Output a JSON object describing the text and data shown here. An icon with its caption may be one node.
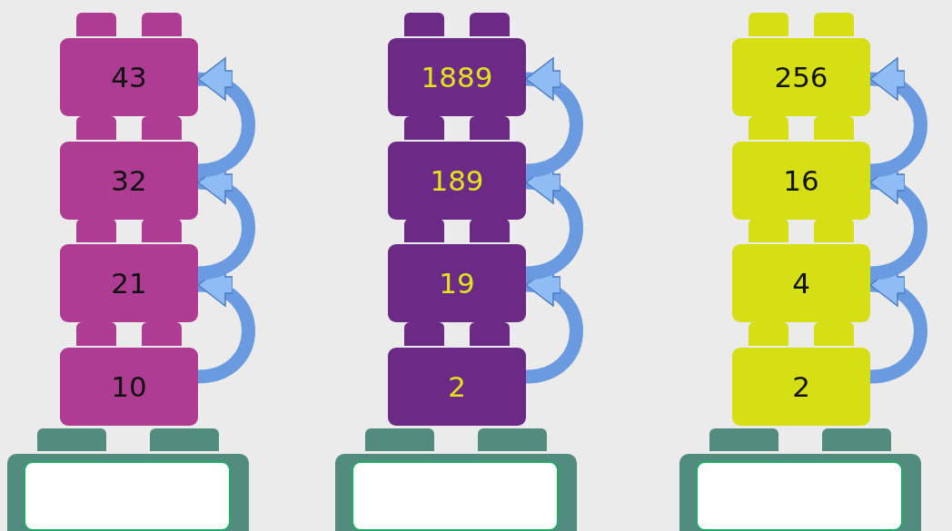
{
  "diagram": {
    "nodes": [
      {
        "text": [
          "43"
        ]
      },
      {
        "text": [
          "32"
        ]
      },
      {
        "text": [
          "21"
        ]
      },
      {
        "text": [
          "10"
        ]
      },
      {
        "text": [
          "1889"
        ]
      },
      {
        "text": [
          "189"
        ]
      },
      {
        "text": [
          "19"
        ]
      },
      {
        "text": [
          "2"
        ]
      },
      {
        "text": [
          "256"
        ]
      },
      {
        "text": [
          "16"
        ]
      },
      {
        "text": [
          "4"
        ]
      },
      {
        "text": [
          "2"
        ]
      }
    ],
    "edges": [
      {
        "from": 3,
        "to": 2,
        "arrow": "to"
      },
      {
        "from": 2,
        "to": 1,
        "arrow": "to"
      },
      {
        "from": 1,
        "to": 0,
        "arrow": "to"
      },
      {
        "from": 7,
        "to": 6,
        "arrow": "to"
      },
      {
        "from": 6,
        "to": 5,
        "arrow": "to"
      },
      {
        "from": 5,
        "to": 4,
        "arrow": "to"
      },
      {
        "from": 11,
        "to": 10,
        "arrow": "to"
      },
      {
        "from": 10,
        "to": 9,
        "arrow": "to"
      },
      {
        "from": 9,
        "to": 8,
        "arrow": "to"
      }
    ]
  }
}
